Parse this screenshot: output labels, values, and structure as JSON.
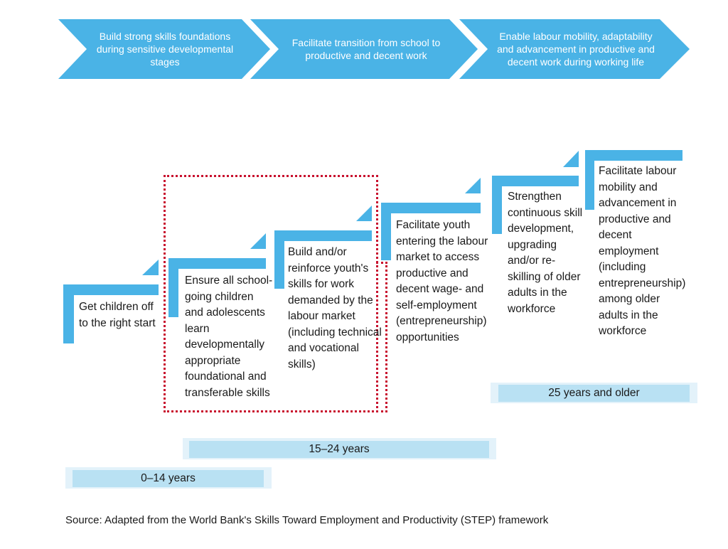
{
  "colors": {
    "chevron": "#4ab3e6",
    "step": "#4ab3e6",
    "age_bar": "#b9e1f3",
    "highlight_border": "#c8102e"
  },
  "chevrons": [
    "Build strong skills foundations during sensitive developmental stages",
    "Facilitate transition from school to productive and decent work",
    "Enable labour mobility, adaptability and advancement in productive and decent work during working life"
  ],
  "steps": [
    "Get children off to the right start",
    "Ensure all school-going children and adolescents learn developmentally appropriate foundational and transferable skills",
    "Build and/or reinforce youth's skills for work demanded by the labour market (including technical and vocational skills)",
    "Facilitate youth entering the labour market to access productive and decent wage- and self-employment (entrepreneurship) opportunities",
    "Strengthen continuous skill development, upgrading and/or re-skilling of older adults in the workforce",
    "Facilitate labour mobility and advancement in productive and decent employment (including entrepreneurship) among older adults in the workforce"
  ],
  "age_groups": [
    "25 years and older",
    "15–24 years",
    "0–14 years"
  ],
  "source": "Source: Adapted from the World Bank's Skills Toward Employment and Productivity (STEP) framework"
}
